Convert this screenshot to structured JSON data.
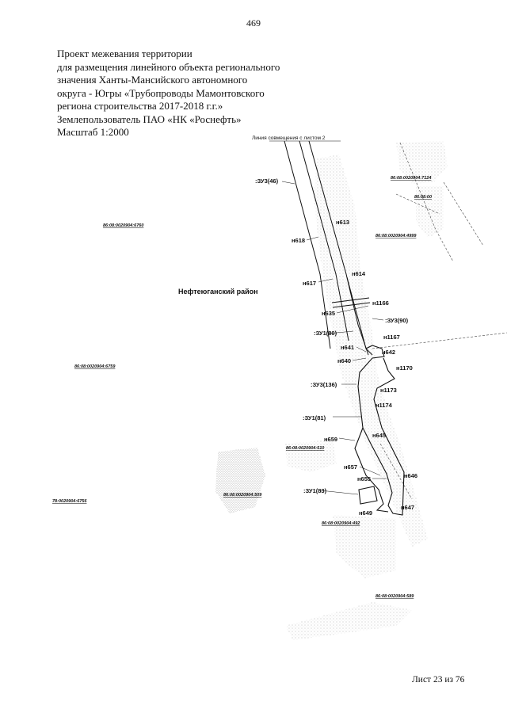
{
  "page_number": "469",
  "title_lines": [
    "Проект межевания территории",
    "для размещения линейного объекта регионального",
    "значения Ханты-Мансийского автономного",
    "округа - Югры «Трубопроводы Мамонтовского",
    "региона строительства 2017-2018 г.г.»",
    "Землепользователь ПАО «НК «Роснефть»",
    "Масштаб 1:2000"
  ],
  "map": {
    "match_line_label": "Линия совмещения с листом 2",
    "district_label": "Нефтеюганский район",
    "parcel_labels": [
      ":ЗУ3(46)",
      ":ЗУ3(90)",
      ":ЗУ1(80)",
      ":ЗУ3(136)",
      ":ЗУ1(81)",
      ":ЗУ1(83)"
    ],
    "point_labels": [
      "н613",
      "н618",
      "н614",
      "н617",
      "н1166",
      "н635",
      "н1167",
      "н641",
      "н642",
      "н640",
      "н1170",
      "н1173",
      "н1174",
      "н645",
      "н659",
      "н657",
      "н646",
      "н655",
      "н647",
      "н649"
    ],
    "cadastral_labels": [
      "86:08:0020904:7124",
      "86:08:0020904:4999",
      "86:08:0020904:6760",
      "86:08:0020904:6759",
      "86:08:0020904:510",
      "86:08:0020904:509",
      "86:08:0020904:492",
      "86:08:0020904:589",
      "86:08:00",
      "78:0020904:6756"
    ]
  },
  "footer": "Лист 23 из 76"
}
